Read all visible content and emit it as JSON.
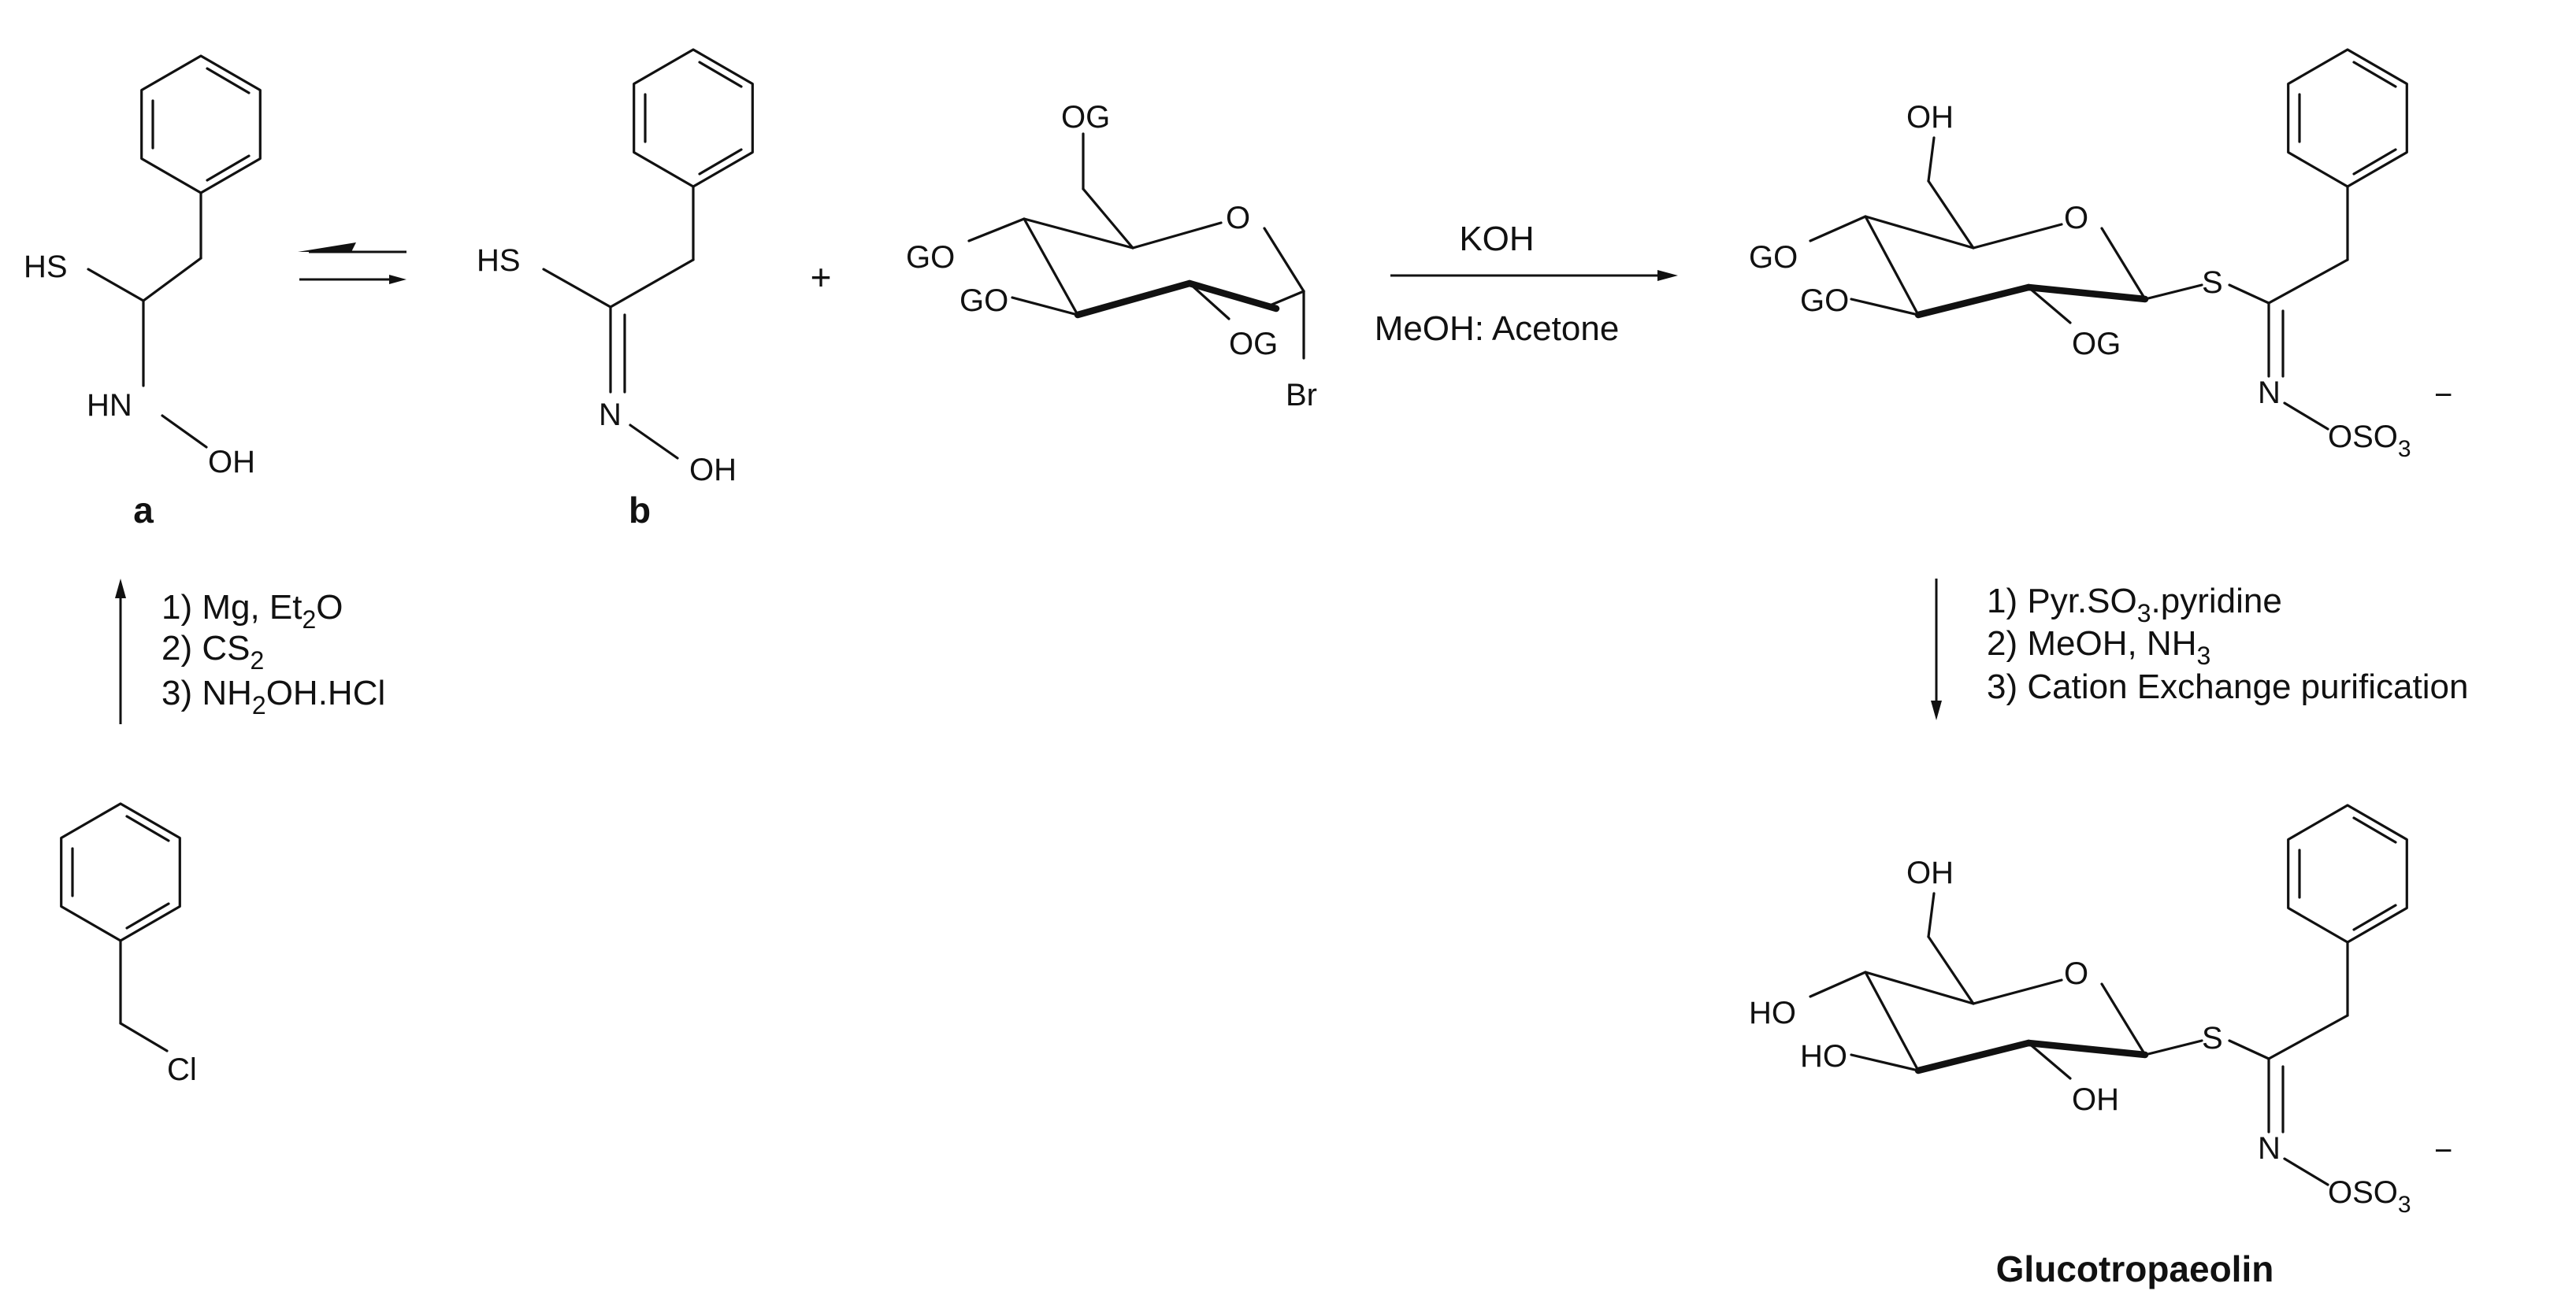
{
  "compounds": {
    "a": {
      "label": "a",
      "atoms": {
        "hs": "HS",
        "hn": "HN",
        "oh": "OH"
      }
    },
    "b": {
      "label": "b",
      "atoms": {
        "hs": "HS",
        "n": "N",
        "oh": "OH"
      }
    },
    "sugar_bromide": {
      "atoms": {
        "og_top": "OG",
        "go_left1": "GO",
        "go_left2": "GO",
        "ring_o": "O",
        "og_bottom": "OG",
        "br": "Br"
      }
    },
    "protected_intermediate": {
      "atoms": {
        "oh_top": "OH",
        "go_left1": "GO",
        "go_left2": "GO",
        "ring_o": "O",
        "og_bottom": "OG",
        "s": "S",
        "n": "N",
        "oso3": "OSO",
        "sub3": "3",
        "charge": "−"
      }
    },
    "glucotropaeolin": {
      "label": "Glucotropaeolin",
      "atoms": {
        "oh_top": "OH",
        "ho_left1": "HO",
        "ho_left2": "HO",
        "ring_o": "O",
        "oh_bottom": "OH",
        "s": "S",
        "n": "N",
        "oso3": "OSO",
        "sub3": "3",
        "charge": "−"
      }
    },
    "benzyl_chloride": {
      "atoms": {
        "cl": "Cl"
      }
    }
  },
  "plus_sign": "+",
  "arrows": {
    "koh": {
      "above": "KOH",
      "below": "MeOH: Acetone"
    },
    "step_up": {
      "line1": "1) Mg, Et",
      "line1_sub": "2",
      "line1_after": "O",
      "line2": "2) CS",
      "line2_sub": "2",
      "line3": "3) NH",
      "line3_sub": "2",
      "line3_after": "OH.HCl"
    },
    "step_down": {
      "line1": "1) Pyr.SO",
      "line1_sub": "3",
      "line1_after": ".pyridine",
      "line2": "2) MeOH, NH",
      "line2_sub": "3",
      "line3": "3) Cation Exchange purification"
    }
  }
}
